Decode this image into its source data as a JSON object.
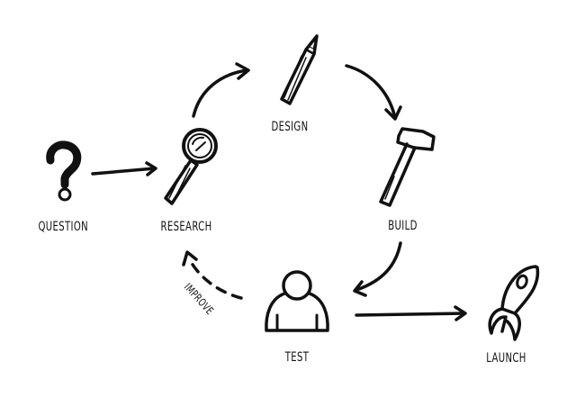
{
  "diagram": {
    "type": "process-cycle",
    "nodes": [
      {
        "id": "question",
        "label": "QUESTION",
        "icon": "question-mark-icon"
      },
      {
        "id": "research",
        "label": "RESEARCH",
        "icon": "magnifying-glass-icon"
      },
      {
        "id": "design",
        "label": "DESIGN",
        "icon": "pencil-icon"
      },
      {
        "id": "build",
        "label": "BUILD",
        "icon": "hammer-icon"
      },
      {
        "id": "test",
        "label": "TEST",
        "icon": "person-icon"
      },
      {
        "id": "launch",
        "label": "LAUNCH",
        "icon": "rocket-icon"
      }
    ],
    "edges": [
      {
        "from": "question",
        "to": "research",
        "style": "solid"
      },
      {
        "from": "research",
        "to": "design",
        "style": "solid"
      },
      {
        "from": "design",
        "to": "build",
        "style": "solid"
      },
      {
        "from": "build",
        "to": "test",
        "style": "solid"
      },
      {
        "from": "test",
        "to": "research",
        "style": "dashed",
        "label": "IMPROVE"
      },
      {
        "from": "test",
        "to": "launch",
        "style": "solid"
      }
    ],
    "colors": {
      "ink": "#111111",
      "background": "#ffffff"
    }
  }
}
